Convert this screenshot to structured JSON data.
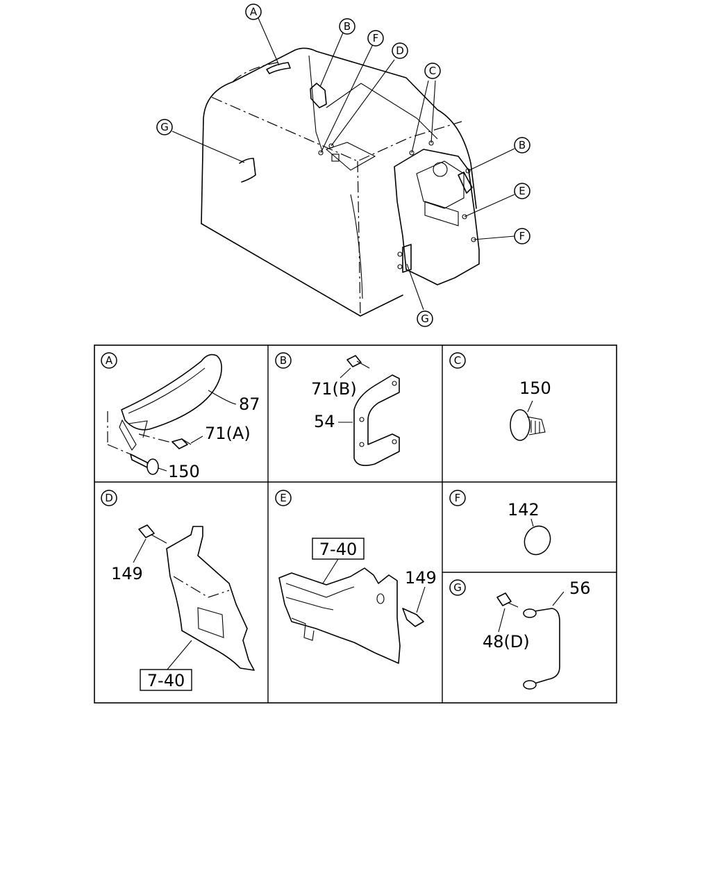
{
  "overview": {
    "callouts": [
      {
        "letter": "A"
      },
      {
        "letter": "B"
      },
      {
        "letter": "F"
      },
      {
        "letter": "D"
      },
      {
        "letter": "C"
      },
      {
        "letter": "G"
      },
      {
        "letter": "B"
      },
      {
        "letter": "E"
      },
      {
        "letter": "F"
      },
      {
        "letter": "G"
      }
    ]
  },
  "panels": {
    "A": {
      "letter": "A",
      "parts": [
        "87",
        "71(A)",
        "150"
      ]
    },
    "B": {
      "letter": "B",
      "parts": [
        "71(B)",
        "54"
      ]
    },
    "C": {
      "letter": "C",
      "parts": [
        "150"
      ]
    },
    "D": {
      "letter": "D",
      "parts": [
        "149"
      ],
      "ref_box": "7-40"
    },
    "E": {
      "letter": "E",
      "parts": [
        "149"
      ],
      "ref_box": "7-40"
    },
    "F": {
      "letter": "F",
      "parts": [
        "142"
      ]
    },
    "G": {
      "letter": "G",
      "parts": [
        "56",
        "48(D)"
      ]
    }
  }
}
